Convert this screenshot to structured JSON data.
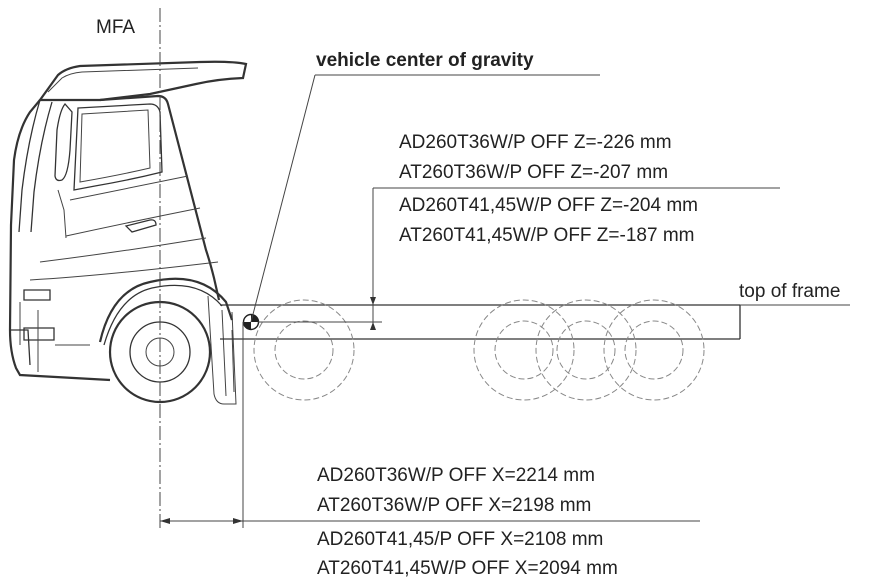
{
  "labels": {
    "mfa": "MFA",
    "cog": "vehicle center of gravity",
    "top_of_frame": "top of frame"
  },
  "z_values": [
    "AD260T36W/P OFF Z=-226 mm",
    "AT260T36W/P OFF Z=-207 mm",
    "AD260T41,45W/P OFF Z=-204 mm",
    "AT260T41,45W/P OFF Z=-187 mm"
  ],
  "x_values": [
    "AD260T36W/P OFF X=2214 mm",
    "AT260T36W/P OFF X=2198 mm",
    "AD260T41,45/P OFF X=2108 mm",
    "AT260T41,45W/P OFF X=2094 mm"
  ]
}
